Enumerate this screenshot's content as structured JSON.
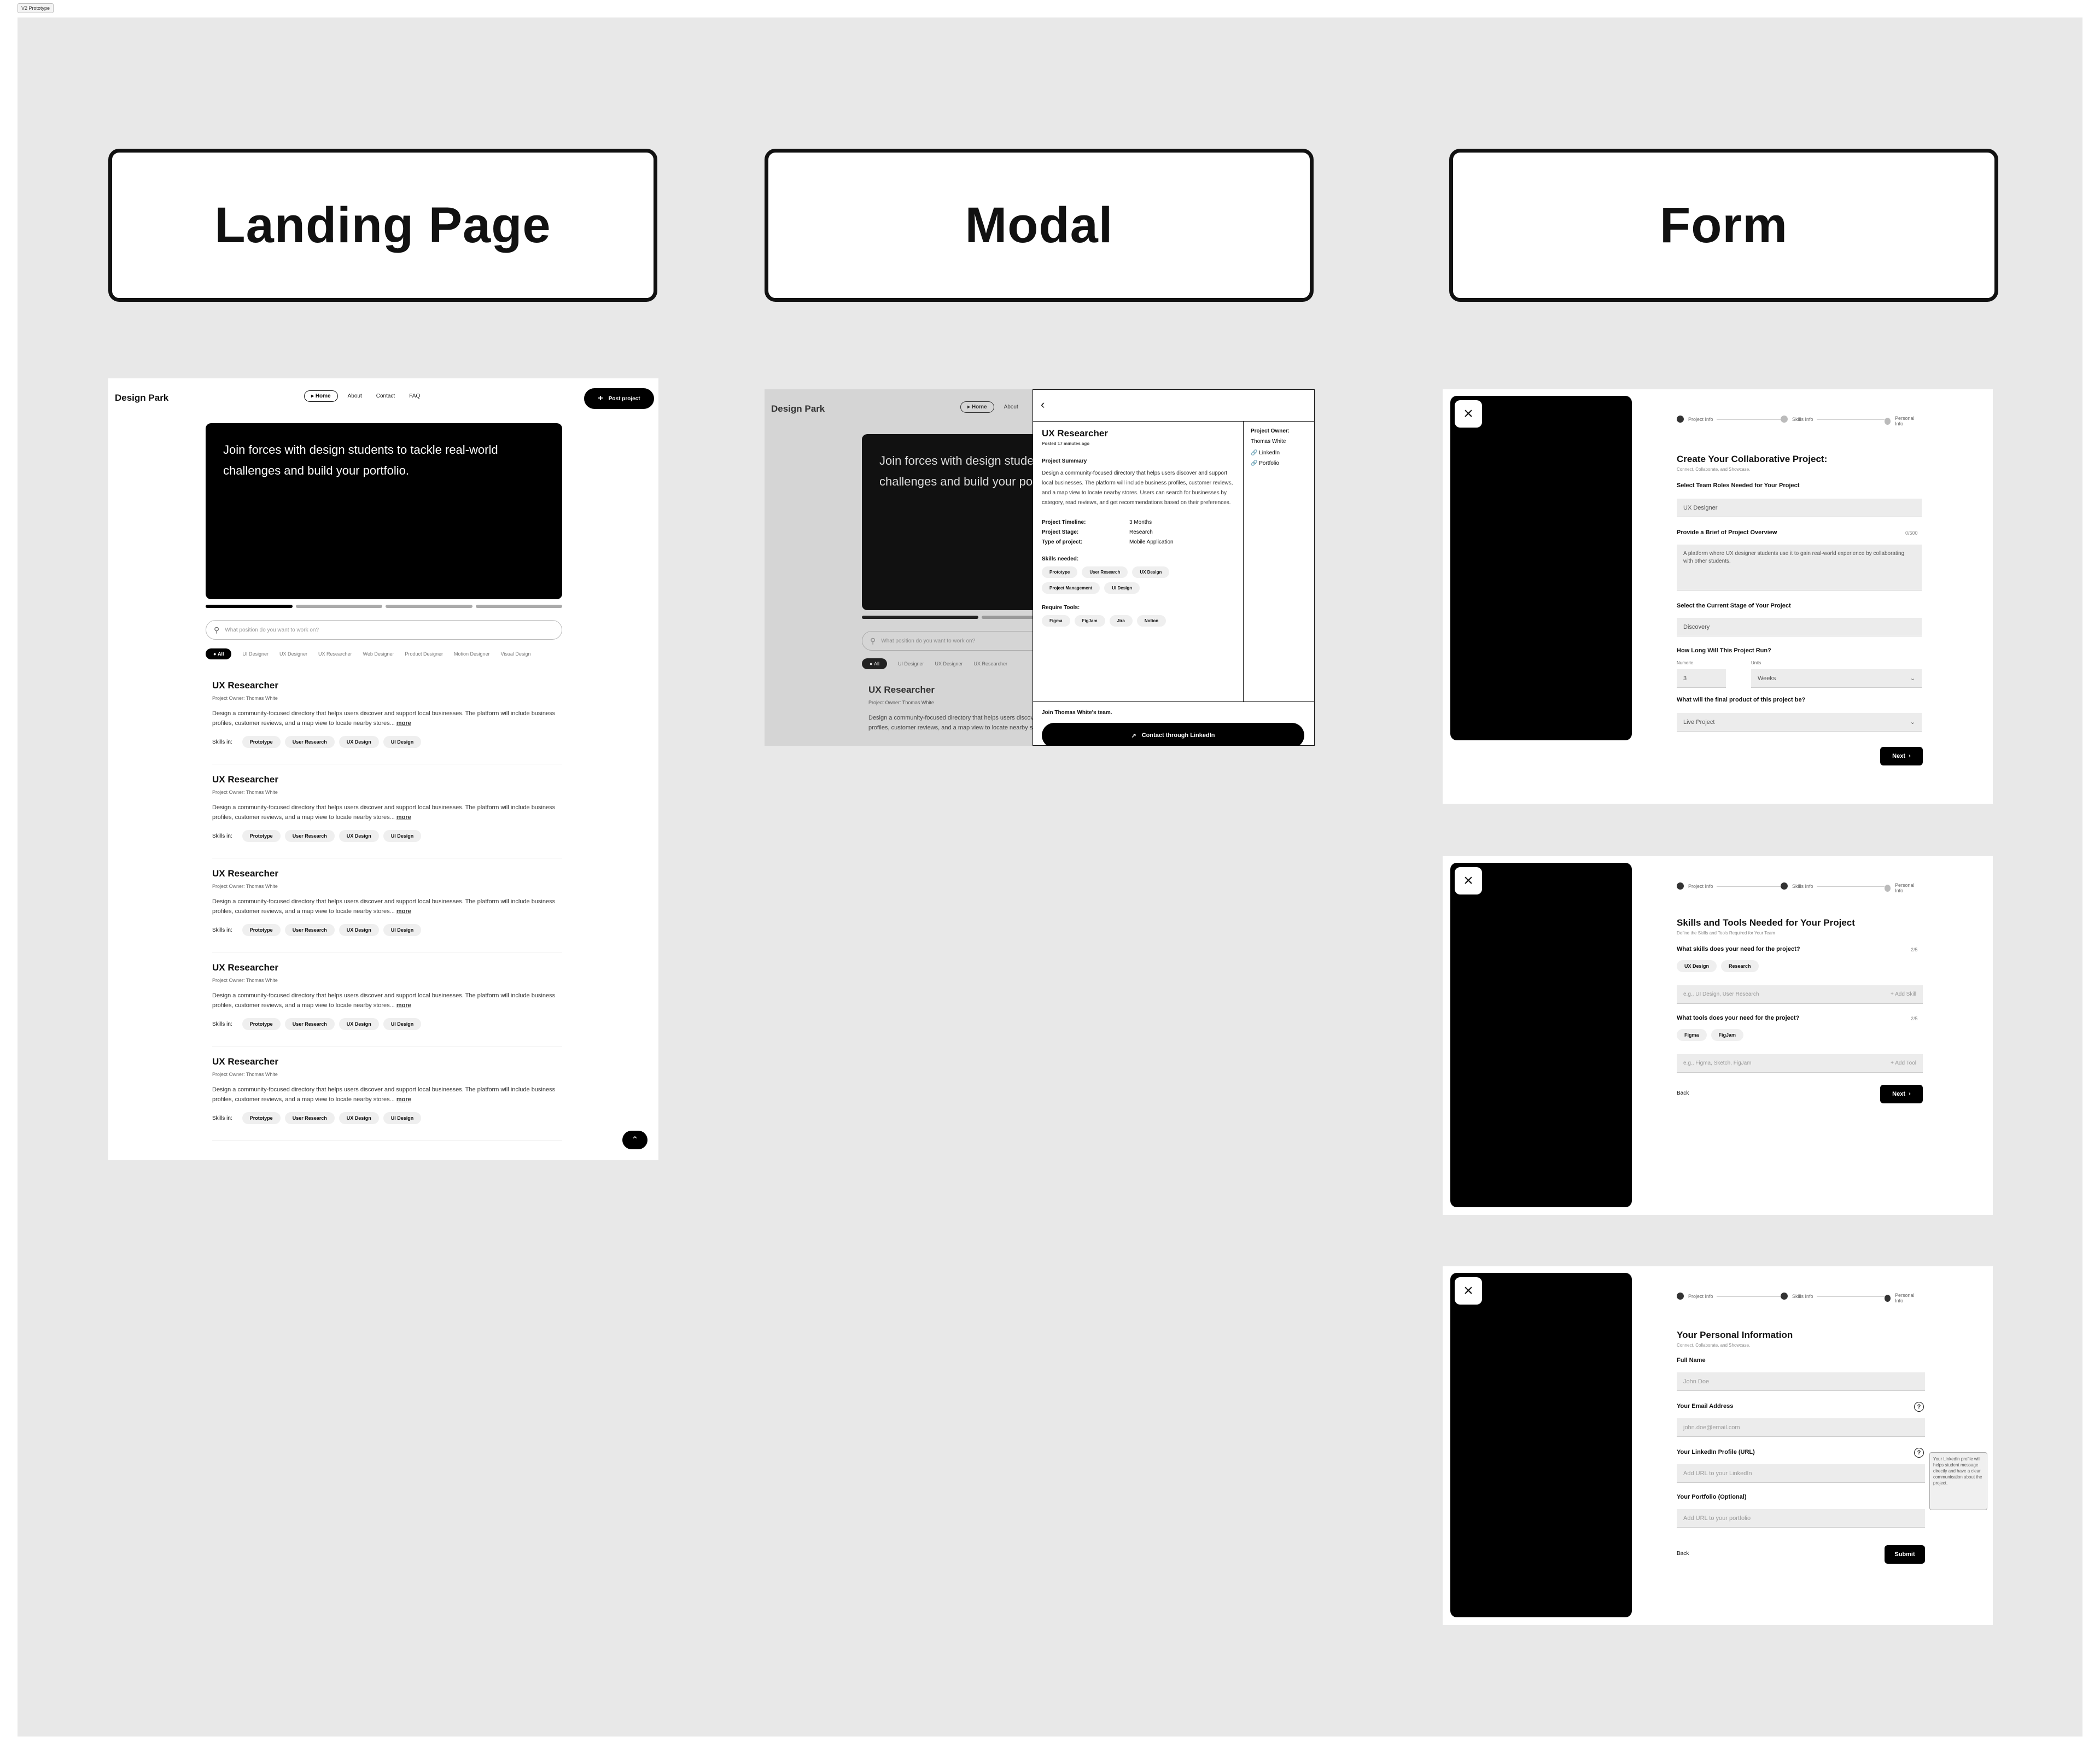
{
  "prototype_tag": "V2 Prototype",
  "sections": [
    "Landing Page",
    "Modal",
    "Form"
  ],
  "landing": {
    "logo": "Design Park",
    "nav": [
      "Home",
      "About",
      "Contact",
      "FAQ"
    ],
    "post_button": "Post project",
    "hero": "Join forces with design students to tackle real-world challenges and build your portfolio.",
    "search_placeholder": "What position do you want to work on?",
    "filters": [
      "All",
      "UI Designer",
      "UX Designer",
      "UX Researcher",
      "Web Designer",
      "Product Designer",
      "Motion Designer",
      "Visual Design"
    ],
    "card": {
      "title": "UX Researcher",
      "owner": "Project Owner: Thomas White",
      "description": "Design a community-focused directory that helps users discover and support local businesses. The platform will include business profiles, customer reviews, and a map view to locate nearby stores...",
      "more": "more",
      "skills_label": "Skills in:",
      "skills": [
        "Prototype",
        "User Research",
        "UX Design",
        "UI Design"
      ]
    },
    "card_count": 5
  },
  "modal": {
    "bg_logo": "Design Park",
    "bg_nav": [
      "Home",
      "About"
    ],
    "bg_hero": "Join forces with design students to tackle real-world challenges and build your portfolio.",
    "bg_search": "What position do you want to work on?",
    "bg_filters": [
      "All",
      "UI Designer",
      "UX Designer",
      "UX Researcher"
    ],
    "bg_card_title": "UX Researcher",
    "bg_card_owner": "Project Owner: Thomas White",
    "bg_card_desc": "Design a community-focused directory that helps users discover and support local businesses. The platform will include business profiles, customer reviews, and a map view to locate nearby stores...",
    "title": "UX Researcher",
    "posted": "Posted 17 minutes ago",
    "summary_label": "Project Summary",
    "summary": "Design a community-focused directory that helps users discover and support local businesses. The platform will include business profiles, customer reviews, and a map view to locate nearby stores. Users can search for businesses by category, read reviews, and get recommendations based on their preferences.",
    "details": [
      {
        "k": "Project Timeline:",
        "v": "3 Months"
      },
      {
        "k": "Project Stage:",
        "v": "Research"
      },
      {
        "k": "Type of project:",
        "v": "Mobile Application"
      }
    ],
    "skills_label": "Skills needed:",
    "skills": [
      "Prototype",
      "User Research",
      "UX Design",
      "Project Management",
      "UI Design"
    ],
    "tools_label": "Require Tools:",
    "tools": [
      "Figma",
      "FigJam",
      "Jira",
      "Notion"
    ],
    "owner_label": "Project Owner:",
    "owner": "Thomas White",
    "links": [
      "LinkedIn",
      "Portfolio"
    ],
    "join": "Join Thomas White's team.",
    "contact": "Contact through LinkedIn"
  },
  "steps": [
    "Project Info",
    "Skills Info",
    "Personal Info"
  ],
  "form1": {
    "title": "Create Your Collaborative Project:",
    "subtitle": "Connect, Collaborate, and Showcase.",
    "roles_label": "Select Team Roles Needed for Your Project",
    "roles_value": "UX Designer",
    "brief_label": "Provide a Brief of Project Overview",
    "brief_count": "0/500",
    "brief_value": "A platform where UX designer students use it to gain real-world experience by collaborating with other students.",
    "stage_label": "Select the Current Stage of Your Project",
    "stage_value": "Discovery",
    "run_label": "How Long Will This Project Run?",
    "numeric_label": "Numeric",
    "numeric_value": "3",
    "units_label": "Units",
    "units_value": "Weeks",
    "product_label": "What will the final product of this project be?",
    "product_value": "Live Project",
    "next": "Next"
  },
  "form2": {
    "title": "Skills and Tools Needed for Your Project",
    "subtitle": "Define the Skills and Tools Required for Your Team",
    "skills_q": "What skills does your need for the project?",
    "skills_count": "2/5",
    "skills": [
      "UX Design",
      "Research"
    ],
    "skills_placeholder": "e.g., UI Design, User Research",
    "add_skill": "Add Skill",
    "tools_q": "What tools does your need for the project?",
    "tools_count": "2/5",
    "tools": [
      "Figma",
      "FigJam"
    ],
    "tools_placeholder": "e.g., Figma, Sketch, FigJam",
    "add_tool": "Add Tool",
    "back": "Back",
    "next": "Next"
  },
  "form3": {
    "title": "Your Personal Information",
    "subtitle": "Connect, Collaborate, and Showcase.",
    "name_label": "Full Name",
    "name_ph": "John Doe",
    "email_label": "Your Email Address",
    "email_ph": "john.doe@email.com",
    "linkedin_label": "Your LinkedIn Profile (URL)",
    "linkedin_ph": "Add URL to your LinkedIn",
    "portfolio_label": "Your Portfolio (Optional)",
    "portfolio_ph": "Add URL to your portfolio",
    "tooltip": "Your LinkedIn profile will helps student message directly and have a clear communication about the project.",
    "back": "Back",
    "submit": "Submit"
  }
}
